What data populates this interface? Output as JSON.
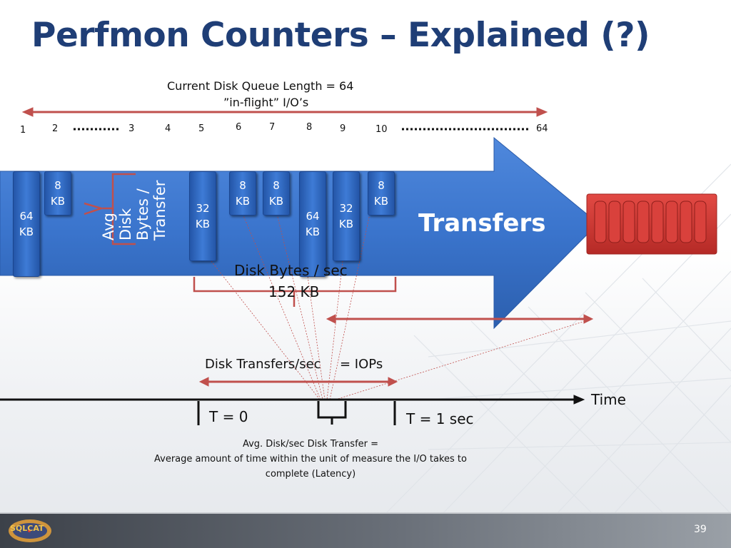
{
  "slide": {
    "title": "Perfmon Counters – Explained (?)",
    "page_number": "39"
  },
  "queue": {
    "line1": "Current Disk Queue Length = 64",
    "line2": "”in-flight” I/O’s",
    "numbers": [
      "1",
      "2",
      "3",
      "4",
      "5",
      "6",
      "7",
      "8",
      "9",
      "10",
      "64"
    ]
  },
  "blocks": [
    {
      "label": "64 KB"
    },
    {
      "label": "8 KB"
    },
    {
      "label": "32 KB"
    },
    {
      "label": "8 KB"
    },
    {
      "label": "8 KB"
    },
    {
      "label": "64 KB"
    },
    {
      "label": "32 KB"
    },
    {
      "label": "8 KB"
    }
  ],
  "labels": {
    "avg_transfer": [
      "Avg",
      "Disk",
      "Bytes /",
      "Transfer"
    ],
    "transfers": "Transfers",
    "disk_bytes_line1": "Disk Bytes / sec",
    "disk_bytes_line2": "152 KB",
    "disk_transfers": "Disk Transfers/sec",
    "iops": "= IOPs",
    "time": "Time",
    "t0": "T = 0",
    "t1": "T = 1 sec",
    "avg_disk_sec_line1": "Avg. Disk/sec Disk Transfer =",
    "avg_disk_sec_line2": "Average amount of time within the unit of measure the I/O takes to",
    "avg_disk_sec_line3": "complete (Latency)"
  },
  "logo": {
    "text": "SQLCAT"
  },
  "colors": {
    "title": "#1f3e76",
    "arrow": "#3a74cc",
    "block": "#2d64bc",
    "red_accent": "#c0504d",
    "disk": "#d23b36"
  }
}
